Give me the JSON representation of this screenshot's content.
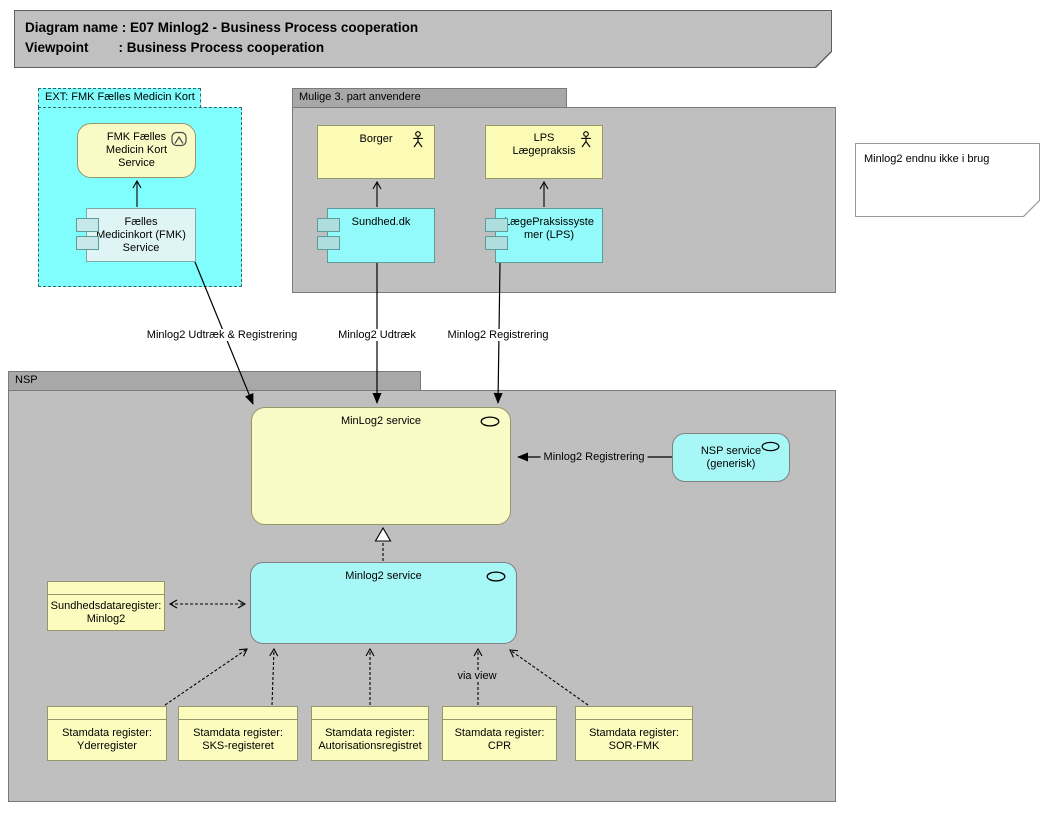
{
  "title_box": {
    "line1": "Diagram name : E07 Minlog2 - Business Process cooperation",
    "line2": "Viewpoint        : Business Process cooperation"
  },
  "note": {
    "text": "Minlog2 endnu ikke i brug"
  },
  "groups": {
    "ext": {
      "label": "EXT: FMK Fælles Medicin Kort"
    },
    "mulige": {
      "label": "Mulige 3. part anvendere"
    },
    "nsp": {
      "label": "NSP"
    }
  },
  "nodes": {
    "fmk_service": {
      "label": "FMK Fælles Medicin Kort Service",
      "icon": "chevron-badge-icon"
    },
    "fmk_component": {
      "label": "Fælles Medicinkort (FMK) Service",
      "icon": "component-icon"
    },
    "borger": {
      "label": "Borger",
      "icon": "actor-icon"
    },
    "lps": {
      "label": "LPS Lægepraksis",
      "icon": "actor-icon"
    },
    "sundhed_dk": {
      "label": "Sundhed.dk",
      "icon": "component-icon"
    },
    "lps_system": {
      "label": "LægePraksissystemer (LPS)",
      "icon": "component-icon"
    },
    "minlog2_service_app": {
      "label": "MinLog2 service",
      "icon": "service-oval-icon"
    },
    "nsp_service": {
      "label": "NSP service (generisk)",
      "icon": "service-oval-icon"
    },
    "minlog2_service_infra": {
      "label": "Minlog2 service",
      "icon": "service-oval-icon"
    },
    "sundhedsdataregister": {
      "label": "Sundhedsdataregister: Minlog2"
    }
  },
  "stamdata": [
    {
      "label": "Stamdata register: Yderregister"
    },
    {
      "label": "Stamdata register: SKS-registeret"
    },
    {
      "label": "Stamdata register: Autorisationsregistret"
    },
    {
      "label": "Stamdata register: CPR"
    },
    {
      "label": "Stamdata register: SOR-FMK"
    }
  ],
  "edges": {
    "udtraek_registrering": {
      "label": "Minlog2 Udtræk & Registrering"
    },
    "udtraek": {
      "label": "Minlog2 Udtræk"
    },
    "registrering": {
      "label": "Minlog2 Registrering"
    },
    "nsp_registrering": {
      "label": "Minlog2 Registrering"
    },
    "via_view": {
      "label": "via view"
    }
  },
  "colors": {
    "group_gray": "#BFBFBF",
    "group_tab_gray": "#A8A8A8",
    "ext_cyan": "#80FDFD",
    "component_cyan": "#92FAFA",
    "component_pale_cyan": "#DFF5F5",
    "service_cyan": "#A8F7F7",
    "box_yellow": "#FBFBB5",
    "service_yellow": "#FAFAC6",
    "object_yellow": "#FCFCBF",
    "note_white": "#FFFFFF",
    "line_black": "#000000"
  }
}
